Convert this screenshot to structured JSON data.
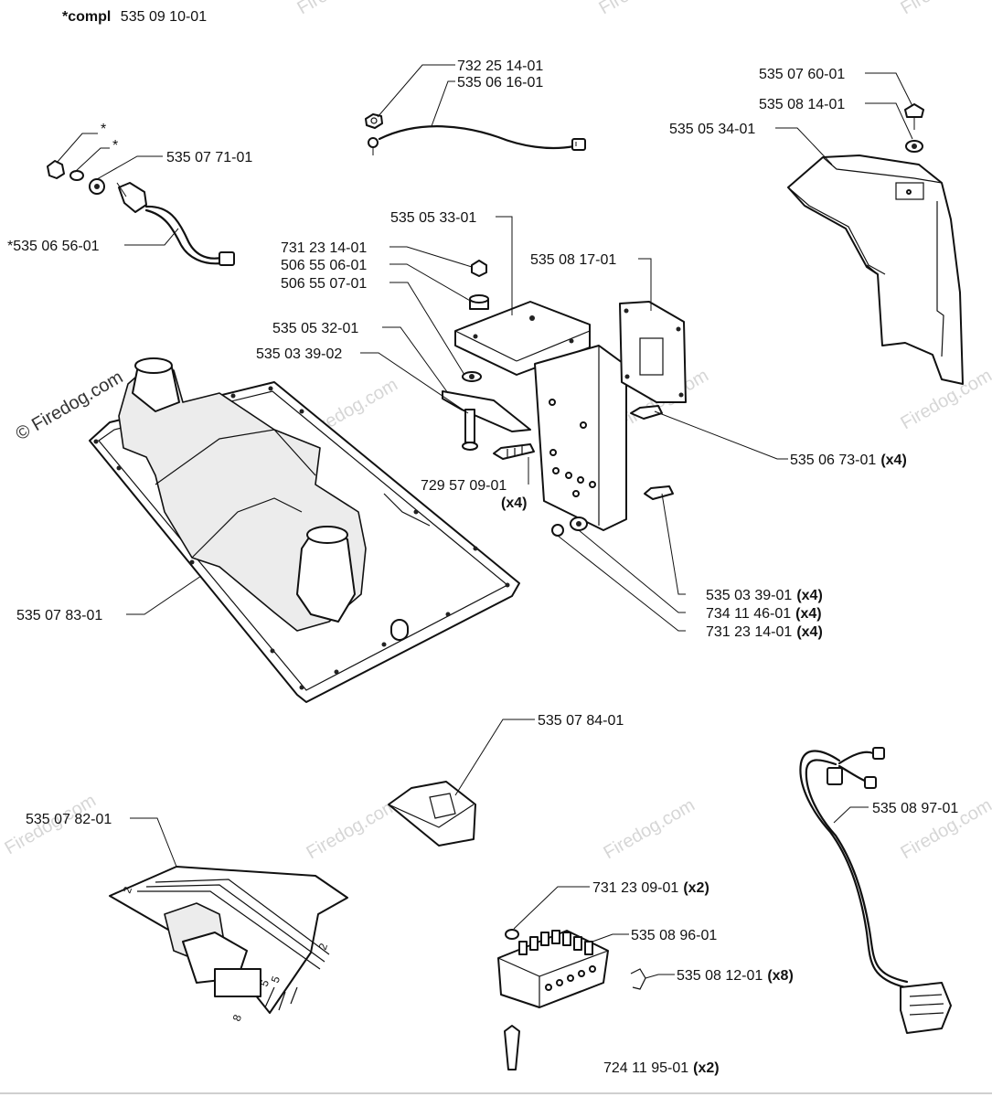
{
  "header": {
    "compl_prefix": "*compl",
    "compl_number": "535 09 10-01"
  },
  "watermark": {
    "text": "Firedog.com",
    "copyright": "© Firedog.com"
  },
  "labels": {
    "l_732251401": "732 25 14-01",
    "l_535061601": "535 06 16-01",
    "l_535076001": "535 07 60-01",
    "l_535081401": "535 08 14-01",
    "l_535053401": "535 05 34-01",
    "l_star1": "*",
    "l_star2": "*",
    "l_535077101": "535 07 71-01",
    "l_535065601": "*535 06 56-01",
    "l_535053301": "535 05 33-01",
    "l_731231401a": "731 23 14-01",
    "l_506550601": "506 55 06-01",
    "l_506550701": "506 55 07-01",
    "l_535081701": "535 08 17-01",
    "l_535053201": "535 05 32-01",
    "l_535033902": "535 03 39-02",
    "l_535067301": "535 06 73-01",
    "l_535067301_q": "(x4)",
    "l_729570901": "729 57 09-01",
    "l_729570901_q": "(x4)",
    "l_535078301": "535 07 83-01",
    "l_535033901": "535 03 39-01",
    "l_535033901_q": "(x4)",
    "l_734114601": "734 11 46-01",
    "l_734114601_q": "(x4)",
    "l_731231401b": "731 23 14-01",
    "l_731231401b_q": "(x4)",
    "l_535078401": "535 07 84-01",
    "l_535078201": "535 07 82-01",
    "l_535089701": "535 08 97-01",
    "l_731230901": "731 23 09-01",
    "l_731230901_q": "(x2)",
    "l_535089601": "535 08 96-01",
    "l_535081201": "535 08 12-01",
    "l_535081201_q": "(x8)",
    "l_724119501": "724 11 95-01",
    "l_724119501_q": "(x2)"
  },
  "pcb_marks": {
    "m1": "2",
    "m2": "2",
    "m3": "5",
    "m4": "5",
    "m5": "8"
  },
  "colors": {
    "ink": "#111111",
    "watermark": "#d6d6d6",
    "background": "#ffffff"
  }
}
